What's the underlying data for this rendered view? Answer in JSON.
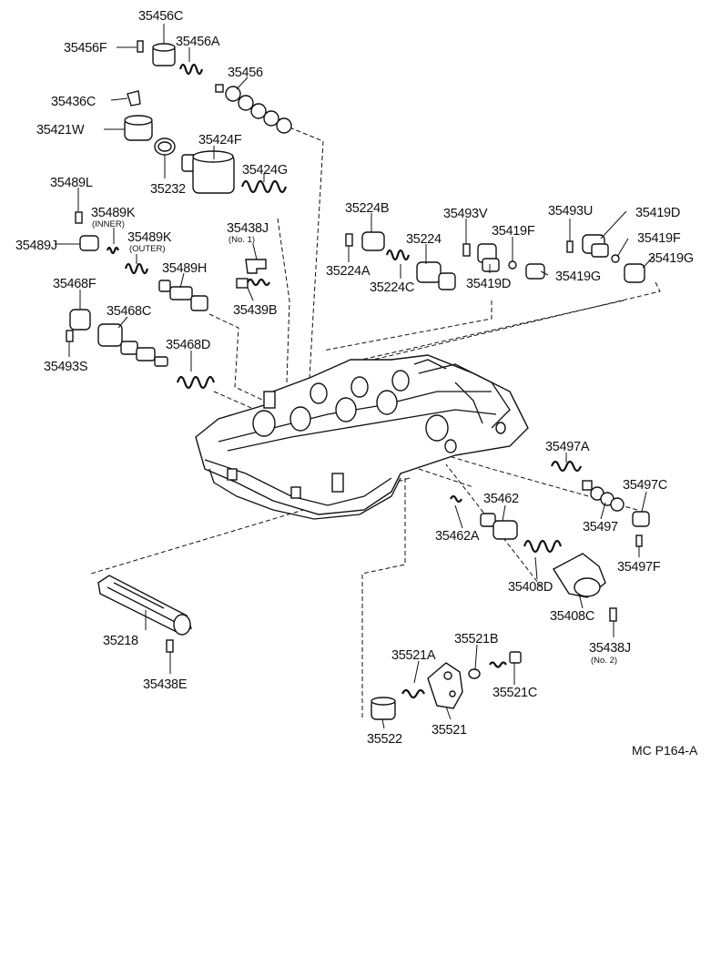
{
  "diagram_code": "MC P164-A",
  "labels": {
    "p35456C": "35456C",
    "p35456F": "35456F",
    "p35456A": "35456A",
    "p35456": "35456",
    "p35436C": "35436C",
    "p35421W": "35421W",
    "p35424F": "35424F",
    "p35424G": "35424G",
    "p35232": "35232",
    "p35489L": "35489L",
    "p35489K_inner": "35489K",
    "p35489K_outer": "35489K",
    "p35489J": "35489J",
    "p35489H": "35489H",
    "p35438J_1": "35438J",
    "p35439B": "35439B",
    "p35468F": "35468F",
    "p35468C": "35468C",
    "p35468D": "35468D",
    "p35493S": "35493S",
    "p35224B": "35224B",
    "p35224A": "35224A",
    "p35224": "35224",
    "p35224C": "35224C",
    "p35493V": "35493V",
    "p35419F_a": "35419F",
    "p35419D_a": "35419D",
    "p35419G_a": "35419G",
    "p35493U": "35493U",
    "p35419D_b": "35419D",
    "p35419F_b": "35419F",
    "p35419G_b": "35419G",
    "p35497A": "35497A",
    "p35497C": "35497C",
    "p35497": "35497",
    "p35497F": "35497F",
    "p35462": "35462",
    "p35462A": "35462A",
    "p35408D": "35408D",
    "p35408C": "35408C",
    "p35438J_2": "35438J",
    "p35218": "35218",
    "p35438E": "35438E",
    "p35521A": "35521A",
    "p35521B": "35521B",
    "p35521C": "35521C",
    "p35522": "35522",
    "p35521": "35521"
  },
  "sublabels": {
    "inner": "(INNER)",
    "outer": "(OUTER)",
    "no1": "(No. 1)",
    "no2": "(No. 2)"
  }
}
